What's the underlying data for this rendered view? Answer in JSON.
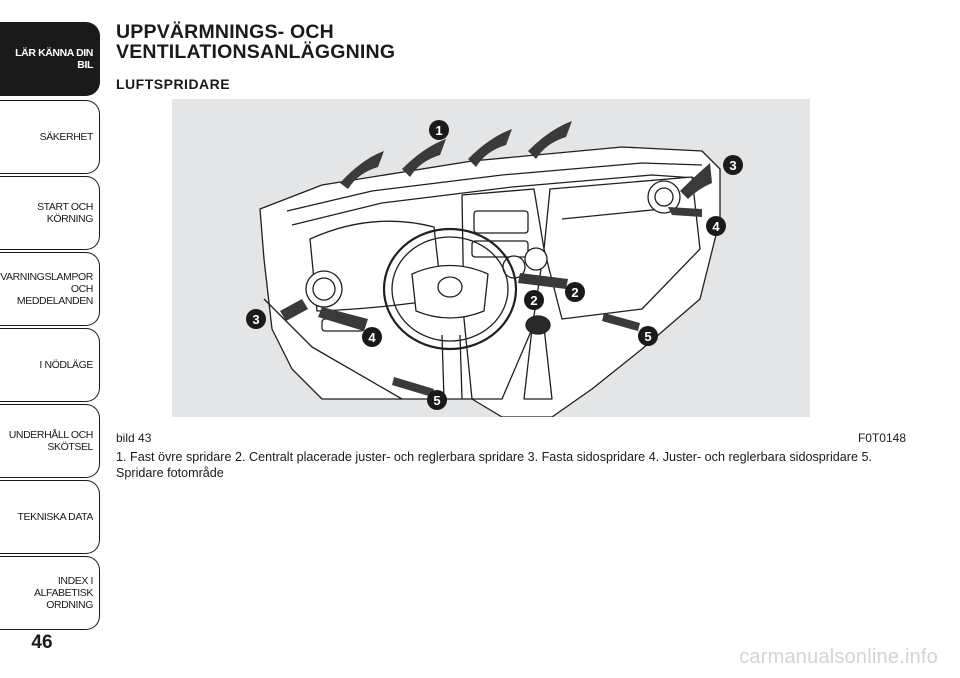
{
  "sidebar": {
    "tabs": [
      {
        "label": "LÄR KÄNNA DIN\nBIL",
        "active": true
      },
      {
        "label": "SÄKERHET",
        "active": false
      },
      {
        "label": "START OCH\nKÖRNING",
        "active": false
      },
      {
        "label": "VARNINGSLAMPOR\nOCH\nMEDDELANDEN",
        "active": false
      },
      {
        "label": "I NÖDLÄGE",
        "active": false
      },
      {
        "label": "UNDERHÅLL OCH\nSKÖTSEL",
        "active": false
      },
      {
        "label": "TEKNISKA DATA",
        "active": false
      },
      {
        "label": "INDEX I ALFABETISK\nORDNING",
        "active": false
      }
    ],
    "page_number": "46"
  },
  "header": {
    "title_line1": "UPPVÄRMNINGS- OCH",
    "title_line2": "VENTILATIONSANLÄGGNING",
    "subtitle": "LUFTSPRIDARE"
  },
  "figure": {
    "label": "bild 43",
    "code": "F0T0148",
    "callouts": [
      "1",
      "2",
      "2",
      "3",
      "3",
      "4",
      "4",
      "5",
      "5"
    ]
  },
  "caption": "1. Fast övre spridare 2. Centralt placerade juster- och reglerbara spridare 3. Fasta sidospridare 4. Juster- och reglerbara sidospridare 5. Spridare fotområde",
  "watermark": "carmanualsonline.info",
  "colors": {
    "ink": "#1a1a1a",
    "figure_bg": "#e4e5e6",
    "watermark": "#d4d4d4"
  }
}
